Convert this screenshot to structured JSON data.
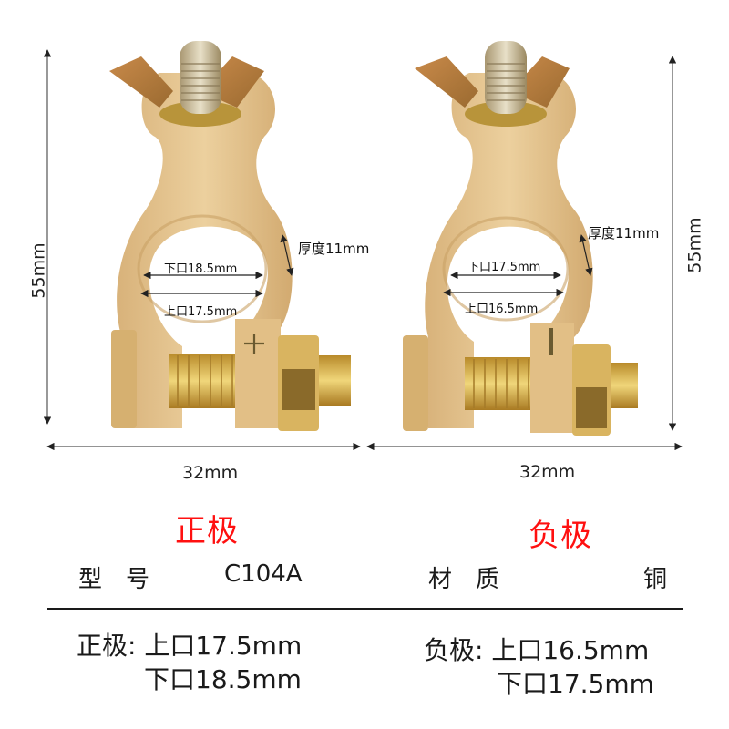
{
  "dimensions": {
    "left_height": "55mm",
    "right_height": "55mm",
    "left_width": "32mm",
    "right_width": "32mm"
  },
  "positive_terminal": {
    "lower_opening": "下口18.5mm",
    "upper_opening": "上口17.5mm",
    "thickness": "厚度11mm",
    "polarity_mark": "+",
    "label": "正极"
  },
  "negative_terminal": {
    "lower_opening": "下口17.5mm",
    "upper_opening": "上口16.5mm",
    "thickness": "厚度11mm",
    "polarity_mark": "-",
    "label": "负极"
  },
  "specs": {
    "model_label": "型　号",
    "model_value": "C104A",
    "material_label": "材　质",
    "material_value": "铜"
  },
  "summary": {
    "positive_line1": "正极: 上口17.5mm",
    "positive_line2": "下口18.5mm",
    "negative_line1": "负极: 上口16.5mm",
    "negative_line2": "下口17.5mm"
  },
  "colors": {
    "brass": "#e6c48e",
    "brass_dark": "#c9a266",
    "bolt_gold": "#d9b04a",
    "accent_red": "#ff1010",
    "line": "#555555"
  }
}
